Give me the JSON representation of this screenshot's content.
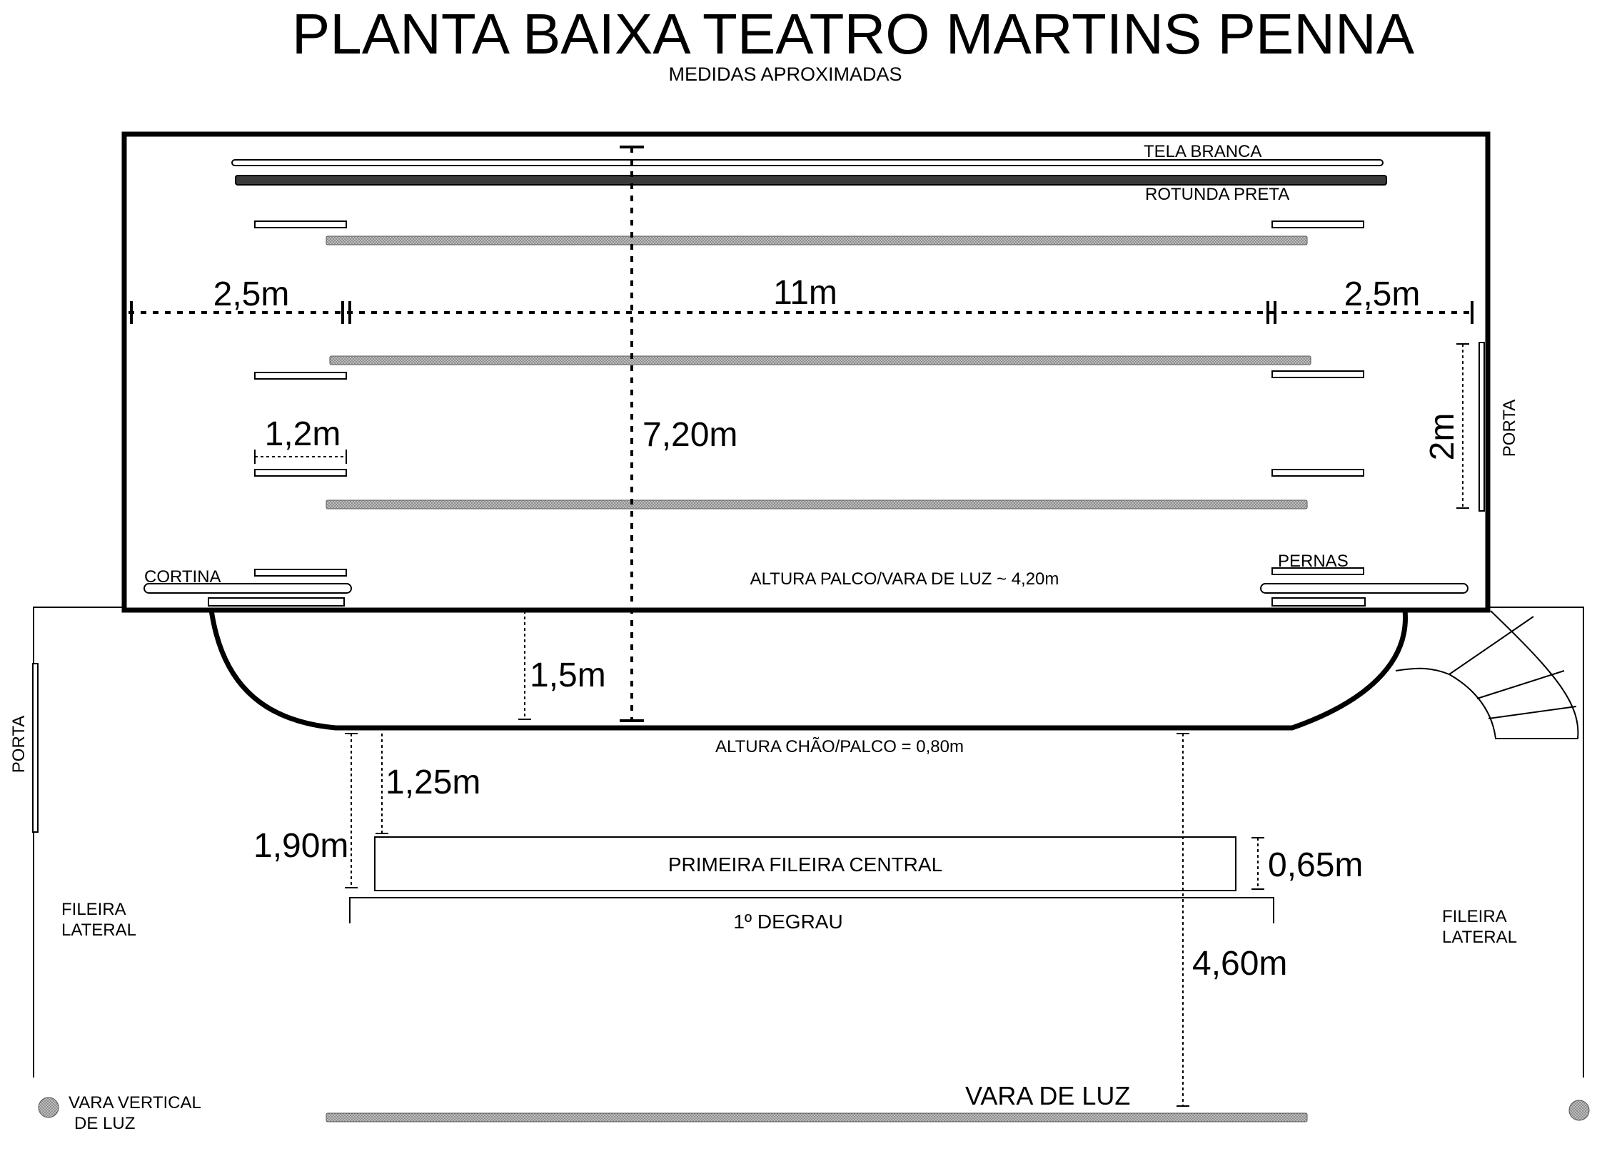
{
  "title": "PLANTA BAIXA TEATRO MARTINS PENNA",
  "subtitle": "MEDIDAS APROXIMADAS",
  "labels": {
    "tela_branca": "TELA BRANCA",
    "rotunda_preta": "ROTUNDA PRETA",
    "cortina": "CORTINA",
    "pernas": "PERNAS",
    "altura_palco": "ALTURA PALCO/VARA DE LUZ ~ 4,20m",
    "altura_chao": "ALTURA CHÃO/PALCO = 0,80m",
    "primeira_fileira": "PRIMEIRA FILEIRA CENTRAL",
    "degrau": "1º DEGRAU",
    "fileira_lateral_left_1": "FILEIRA",
    "fileira_lateral_left_2": "LATERAL",
    "fileira_lateral_right_1": "FILEIRA",
    "fileira_lateral_right_2": "LATERAL",
    "vara_vertical_1": "VARA VERTICAL",
    "vara_vertical_2": "DE LUZ",
    "vara_de_luz": "VARA DE LUZ",
    "porta_right": "PORTA",
    "porta_left": "PORTA"
  },
  "dimensions": {
    "wing_left": "2,5m",
    "stage_width": "11m",
    "wing_right": "2,5m",
    "leg_width": "1,2m",
    "stage_depth": "7,20m",
    "door_width": "2m",
    "apron_depth": "1,5m",
    "stage_to_row_inner": "1,25m",
    "stage_to_row_outer": "1,90m",
    "row_depth": "0,65m",
    "stage_to_light_bar": "4,60m"
  },
  "colors": {
    "line": "#000000",
    "rotunda": "#3a3a3a",
    "bar_gray": "#a8a8a8"
  }
}
